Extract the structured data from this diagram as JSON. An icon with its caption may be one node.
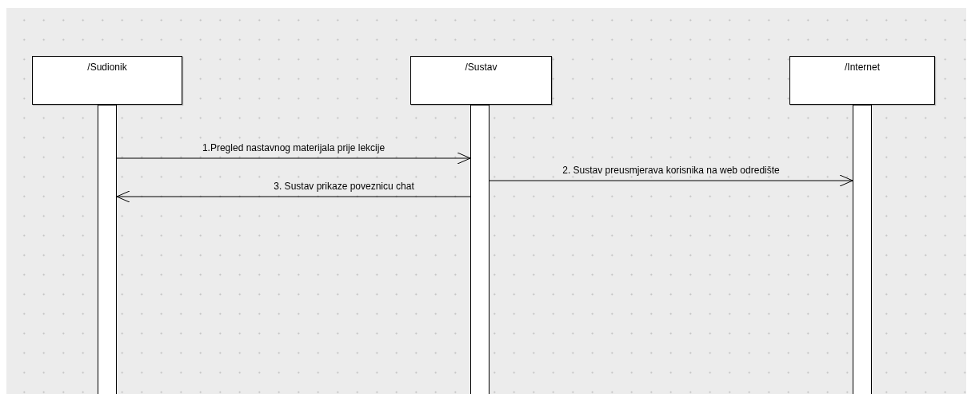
{
  "diagram": {
    "nodes": [
      {
        "text": [
          "/Sudionik"
        ]
      },
      {
        "text": [
          "/Sustav"
        ]
      },
      {
        "text": [
          "/Internet"
        ]
      },
      {
        "text": [],
        "shape": "bar"
      },
      {
        "text": [],
        "shape": "bar"
      },
      {
        "text": [],
        "shape": "bar"
      }
    ],
    "edges": [
      {
        "from": 3,
        "to": 4,
        "arrow": "to",
        "label": "1.Pregled nastavnog materijala prije lekcije"
      },
      {
        "from": 4,
        "to": 5,
        "arrow": "to",
        "label": "2. Sustav preusmjerava korisnika na web odredište"
      },
      {
        "from": 4,
        "to": 3,
        "arrow": "to",
        "label": "3. Sustav prikaze poveznicu chat"
      }
    ]
  }
}
